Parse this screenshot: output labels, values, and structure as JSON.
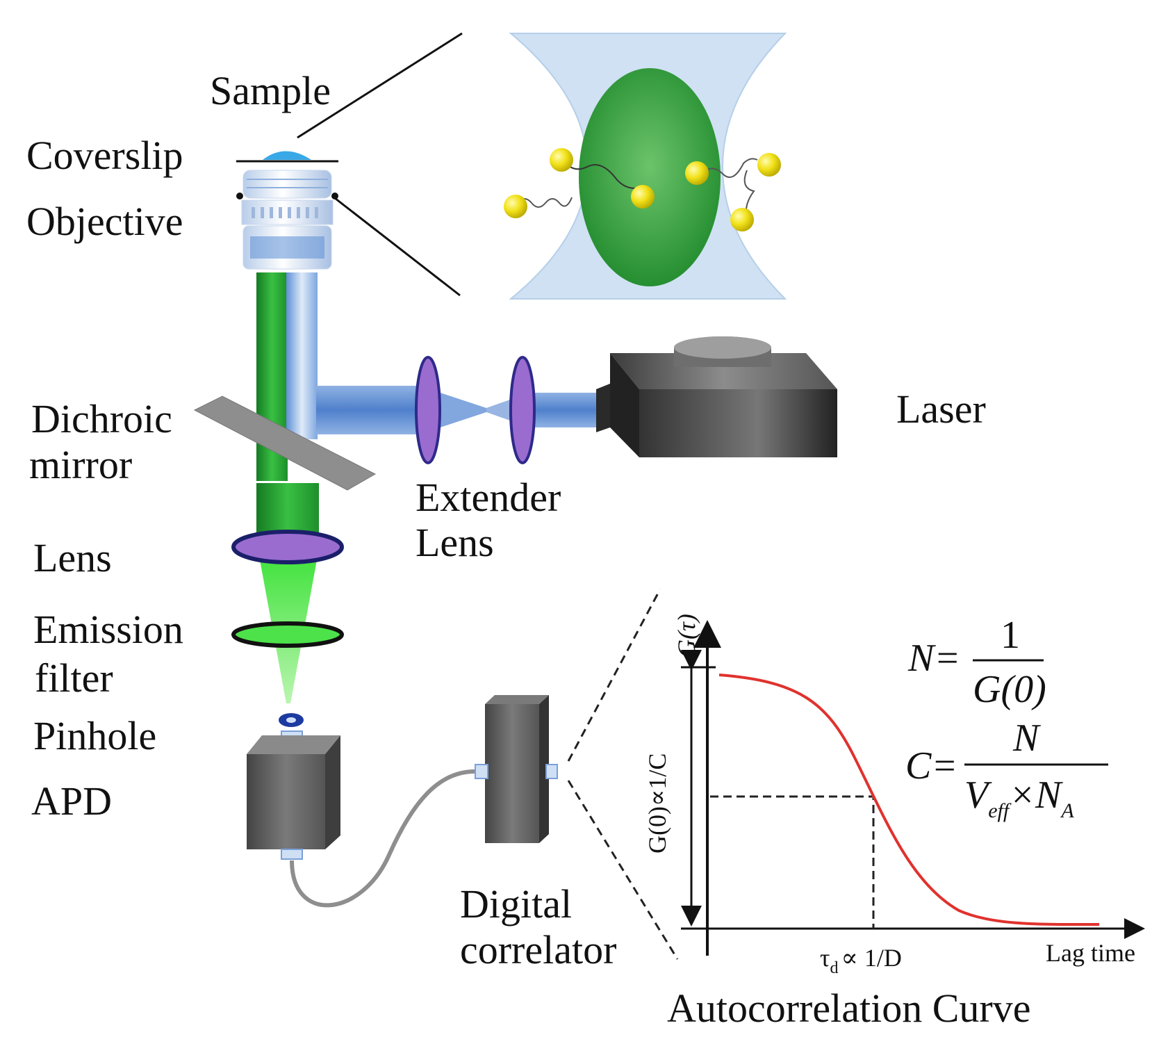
{
  "labels": {
    "sample": "Sample",
    "coverslip": "Coverslip",
    "objective": "Objective",
    "dichroic_line1": "Dichroic",
    "dichroic_line2": "mirror",
    "extender_line1": "Extender",
    "extender_line2": "Lens",
    "laser": "Laser",
    "lens": "Lens",
    "emission_line1": "Emission",
    "emission_line2": "filter",
    "pinhole": "Pinhole",
    "apd": "APD",
    "correlator_line1": "Digital",
    "correlator_line2": "correlator"
  },
  "plot": {
    "title": "Autocorrelation Curve",
    "y_axis_label": "G(τ)",
    "x_axis_label": "Lag time",
    "amplitude_label": "G(0)∝1/C",
    "tau_label_symbol": "τ",
    "tau_label_sub": "d",
    "tau_label_rest": "∝ 1/D"
  },
  "equations": {
    "n_lhs": "N=",
    "n_numerator": "1",
    "n_denominator": "G(0)",
    "c_lhs": "C=",
    "c_numerator": "N",
    "c_den_v": "V",
    "c_den_v_sub": "eff",
    "c_den_times": "×N",
    "c_den_n_sub": "A"
  },
  "colors": {
    "emission_green": "#1f9a2e",
    "excitation_blue": "#8fb6e6",
    "lens_purple": "#8a5cc4",
    "curve_red": "#e0322e",
    "focal_volume_green": "#2e9a3a",
    "molecule_yellow": "#f2e21a"
  }
}
